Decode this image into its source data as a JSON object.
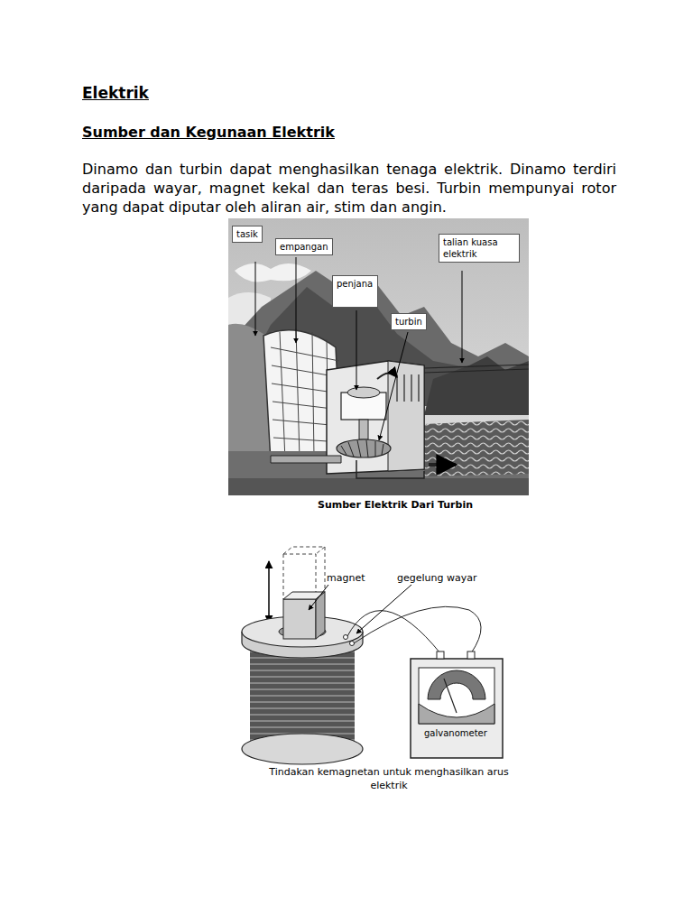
{
  "diagram": {
    "title": "Elektrik",
    "nodes": [
      {
        "text": [
          "tasik"
        ]
      },
      {
        "text": [
          "empangan"
        ]
      },
      {
        "text": [
          "penjana"
        ]
      },
      {
        "text": [
          "turbin"
        ]
      },
      {
        "text": [
          "talian kuasa elektrik"
        ]
      }
    ],
    "labels": [
      "Sumber dan Kegunaan Elektrik",
      "Dinamo dan turbin dapat menghasilkan tenaga elektrik. Dinamo terdiri daripada wayar, magnet kekal dan teras besi. Turbin mempunyai rotor yang dapat diputar oleh aliran air, stim dan angin.",
      "Sumber Elektrik Dari Turbin",
      "magnet",
      "gegelung wayar",
      "galvanometer",
      "Tindakan kemagnetan untuk menghasilkan arus elektrik"
    ]
  }
}
